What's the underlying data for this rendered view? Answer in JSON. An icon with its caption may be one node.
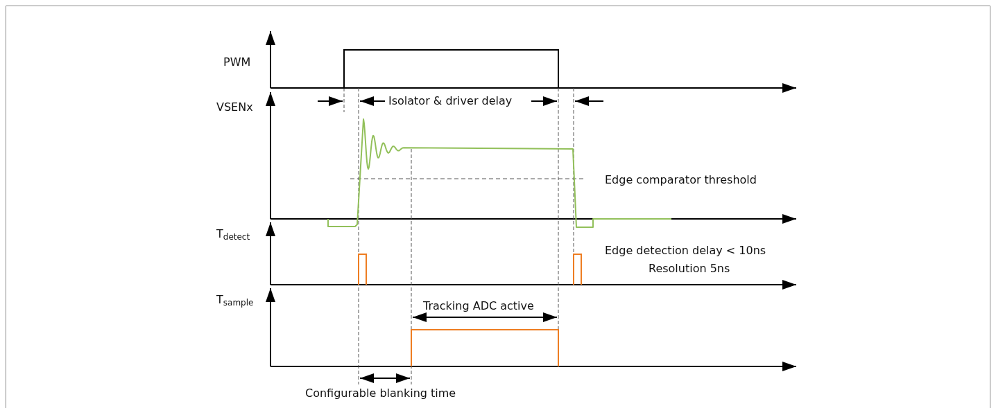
{
  "diagram": {
    "labels": [
      "PWM",
      "Isolator & driver delay",
      "VSENx",
      "Edge comparator threshold",
      "T$_{detect}$",
      "Edge detection delay < 10ns",
      "Resolution 5ns",
      "T$_{sample}$",
      "Tracking ADC active",
      "Configurable blanking time"
    ]
  }
}
